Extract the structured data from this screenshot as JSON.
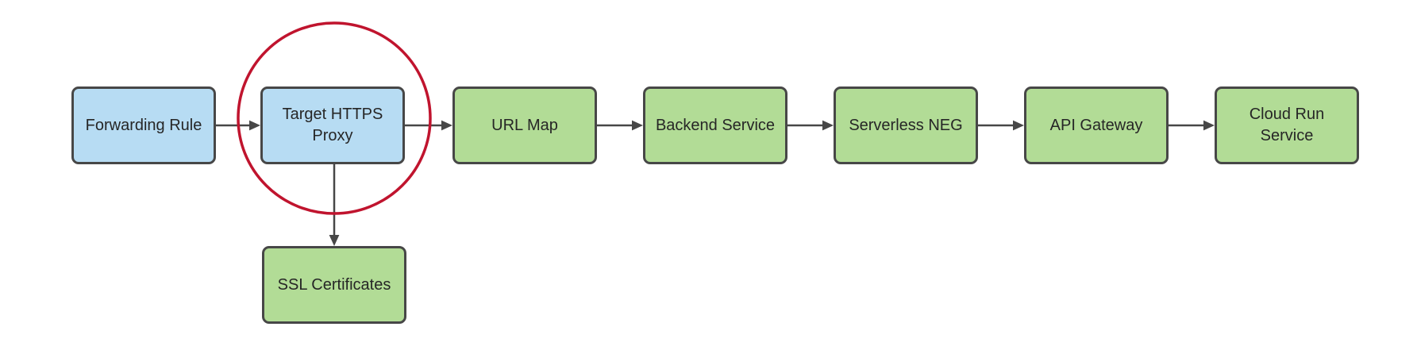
{
  "canvas": {
    "background": "#ffffff"
  },
  "colors": {
    "node_blue_fill": "#b7dcf3",
    "node_green_fill": "#b2dc96",
    "node_border": "#474747",
    "arrow": "#474747",
    "highlight_circle": "#c0142e",
    "text": "#262626"
  },
  "nodes": [
    {
      "id": "forwarding-rule",
      "label": "Forwarding Rule",
      "fill": "#b7dcf3",
      "highlighted": false
    },
    {
      "id": "target-https-proxy",
      "label": "Target HTTPS\nProxy",
      "fill": "#b7dcf3",
      "highlighted": true
    },
    {
      "id": "url-map",
      "label": "URL Map",
      "fill": "#b2dc96",
      "highlighted": false
    },
    {
      "id": "backend-service",
      "label": "Backend Service",
      "fill": "#b2dc96",
      "highlighted": false
    },
    {
      "id": "serverless-neg",
      "label": "Serverless NEG",
      "fill": "#b2dc96",
      "highlighted": false
    },
    {
      "id": "api-gateway",
      "label": "API Gateway",
      "fill": "#b2dc96",
      "highlighted": false
    },
    {
      "id": "cloud-run-service",
      "label": "Cloud Run\nService",
      "fill": "#b2dc96",
      "highlighted": false
    },
    {
      "id": "ssl-certificates",
      "label": "SSL Certificates",
      "fill": "#b2dc96",
      "highlighted": false
    }
  ],
  "edges": [
    {
      "from": "Forwarding Rule",
      "to": "Target HTTPS Proxy",
      "direction": "right"
    },
    {
      "from": "Target HTTPS Proxy",
      "to": "URL Map",
      "direction": "right"
    },
    {
      "from": "URL Map",
      "to": "Backend Service",
      "direction": "right"
    },
    {
      "from": "Backend Service",
      "to": "Serverless NEG",
      "direction": "right"
    },
    {
      "from": "Serverless NEG",
      "to": "API Gateway",
      "direction": "right"
    },
    {
      "from": "API Gateway",
      "to": "Cloud Run Service",
      "direction": "right"
    },
    {
      "from": "Target HTTPS Proxy",
      "to": "SSL Certificates",
      "direction": "down"
    }
  ],
  "annotation": {
    "type": "ellipse",
    "around": "Target HTTPS Proxy",
    "color": "#c0142e"
  }
}
